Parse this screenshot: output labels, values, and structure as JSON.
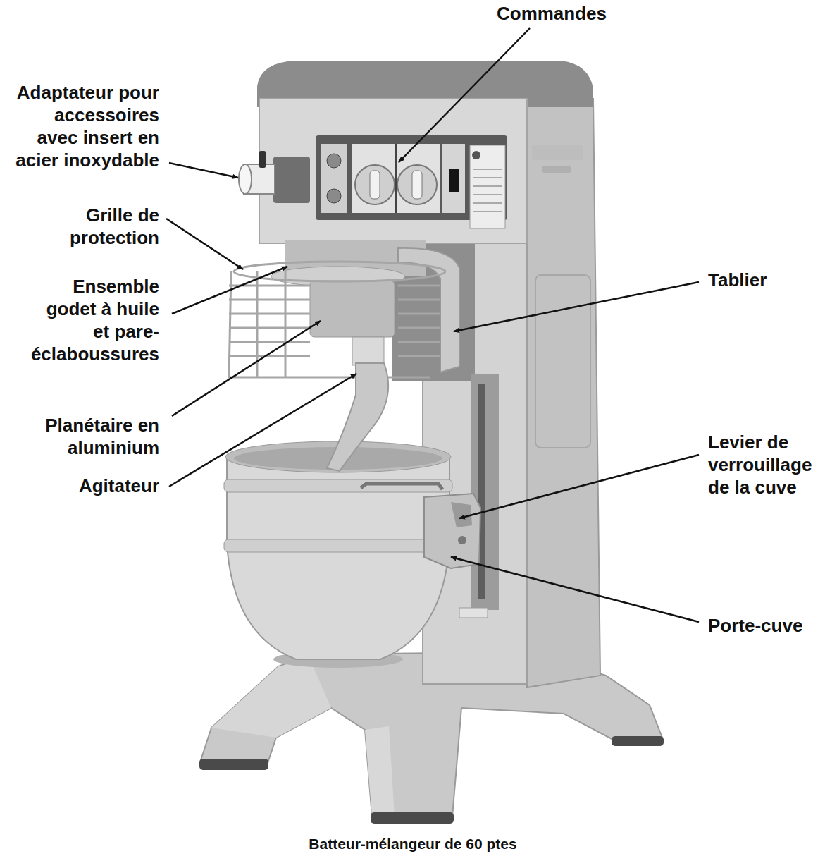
{
  "diagram": {
    "caption": "Batteur-mélangeur de 60 ptes",
    "labels": [
      "Commandes",
      "Adaptateur pour accessoires avec insert en acier inoxydable",
      "Grille de protection",
      "Ensemble godet à huile et pare-éclaboussures",
      "Planétaire en aluminium",
      "Agitateur",
      "Tablier",
      "Levier de verrouillage de la cuve",
      "Porte-cuve"
    ]
  }
}
